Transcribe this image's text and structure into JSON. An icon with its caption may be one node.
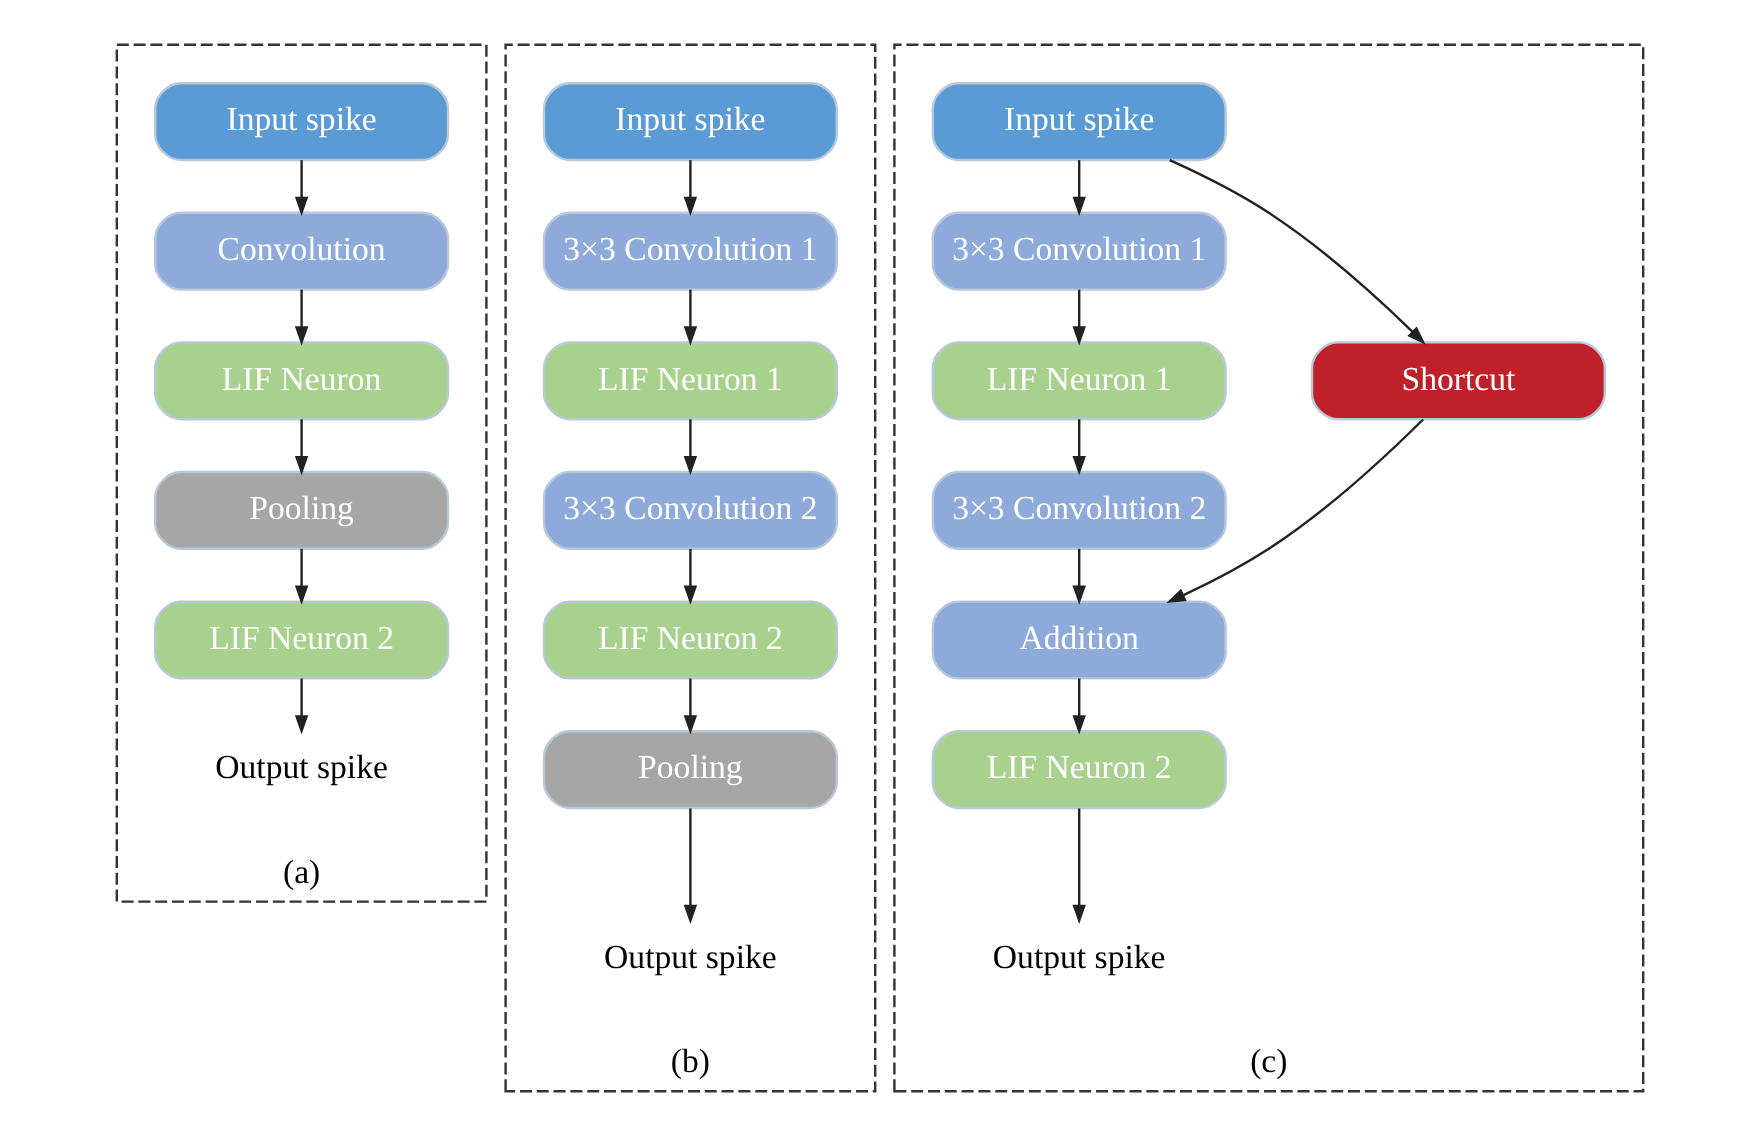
{
  "diagram": {
    "nodes": [
      {
        "text": [
          "(a)"
        ]
      },
      {
        "text": [
          "Input spike"
        ],
        "in": 0
      },
      {
        "text": [
          "Convolution"
        ],
        "in": 0
      },
      {
        "text": [
          "LIF Neuron"
        ],
        "in": 0
      },
      {
        "text": [
          "Pooling"
        ],
        "in": 0
      },
      {
        "text": [
          "LIF Neuron 2"
        ],
        "in": 0
      },
      {
        "text": [
          "Output spike"
        ],
        "in": 0
      },
      {
        "text": [
          "(b)"
        ]
      },
      {
        "text": [
          "Input spike"
        ],
        "in": 7
      },
      {
        "text": [
          "3×3 Convolution 1"
        ],
        "in": 7
      },
      {
        "text": [
          "LIF Neuron 1"
        ],
        "in": 7
      },
      {
        "text": [
          "3×3 Convolution 2"
        ],
        "in": 7
      },
      {
        "text": [
          "LIF Neuron 2"
        ],
        "in": 7
      },
      {
        "text": [
          "Pooling"
        ],
        "in": 7
      },
      {
        "text": [
          "Output spike"
        ],
        "in": 7
      },
      {
        "text": [
          "(c)"
        ]
      },
      {
        "text": [
          "Input spike"
        ],
        "in": 15
      },
      {
        "text": [
          "3×3 Convolution 1"
        ],
        "in": 15
      },
      {
        "text": [
          "LIF Neuron 1"
        ],
        "in": 15
      },
      {
        "text": [
          "3×3 Convolution 2"
        ],
        "in": 15
      },
      {
        "text": [
          "Addition"
        ],
        "in": 15
      },
      {
        "text": [
          "LIF Neuron 2"
        ],
        "in": 15
      },
      {
        "text": [
          "Output spike"
        ],
        "in": 15
      },
      {
        "text": [
          "Shortcut"
        ],
        "in": 15
      }
    ],
    "edges": [
      {
        "from": 1,
        "to": 2,
        "arrow": "to"
      },
      {
        "from": 2,
        "to": 3,
        "arrow": "to"
      },
      {
        "from": 3,
        "to": 4,
        "arrow": "to"
      },
      {
        "from": 4,
        "to": 5,
        "arrow": "to"
      },
      {
        "from": 5,
        "to": 6,
        "arrow": "to"
      },
      {
        "from": 8,
        "to": 9,
        "arrow": "to"
      },
      {
        "from": 9,
        "to": 10,
        "arrow": "to"
      },
      {
        "from": 10,
        "to": 11,
        "arrow": "to"
      },
      {
        "from": 11,
        "to": 12,
        "arrow": "to"
      },
      {
        "from": 12,
        "to": 13,
        "arrow": "to"
      },
      {
        "from": 13,
        "to": 14,
        "arrow": "to"
      },
      {
        "from": 16,
        "to": 17,
        "arrow": "to"
      },
      {
        "from": 17,
        "to": 18,
        "arrow": "to"
      },
      {
        "from": 18,
        "to": 19,
        "arrow": "to"
      },
      {
        "from": 19,
        "to": 20,
        "arrow": "to"
      },
      {
        "from": 20,
        "to": 21,
        "arrow": "to"
      },
      {
        "from": 21,
        "to": 22,
        "arrow": "to"
      },
      {
        "from": 16,
        "to": 23,
        "arrow": "to"
      },
      {
        "from": 23,
        "to": 20,
        "arrow": "to"
      }
    ]
  }
}
